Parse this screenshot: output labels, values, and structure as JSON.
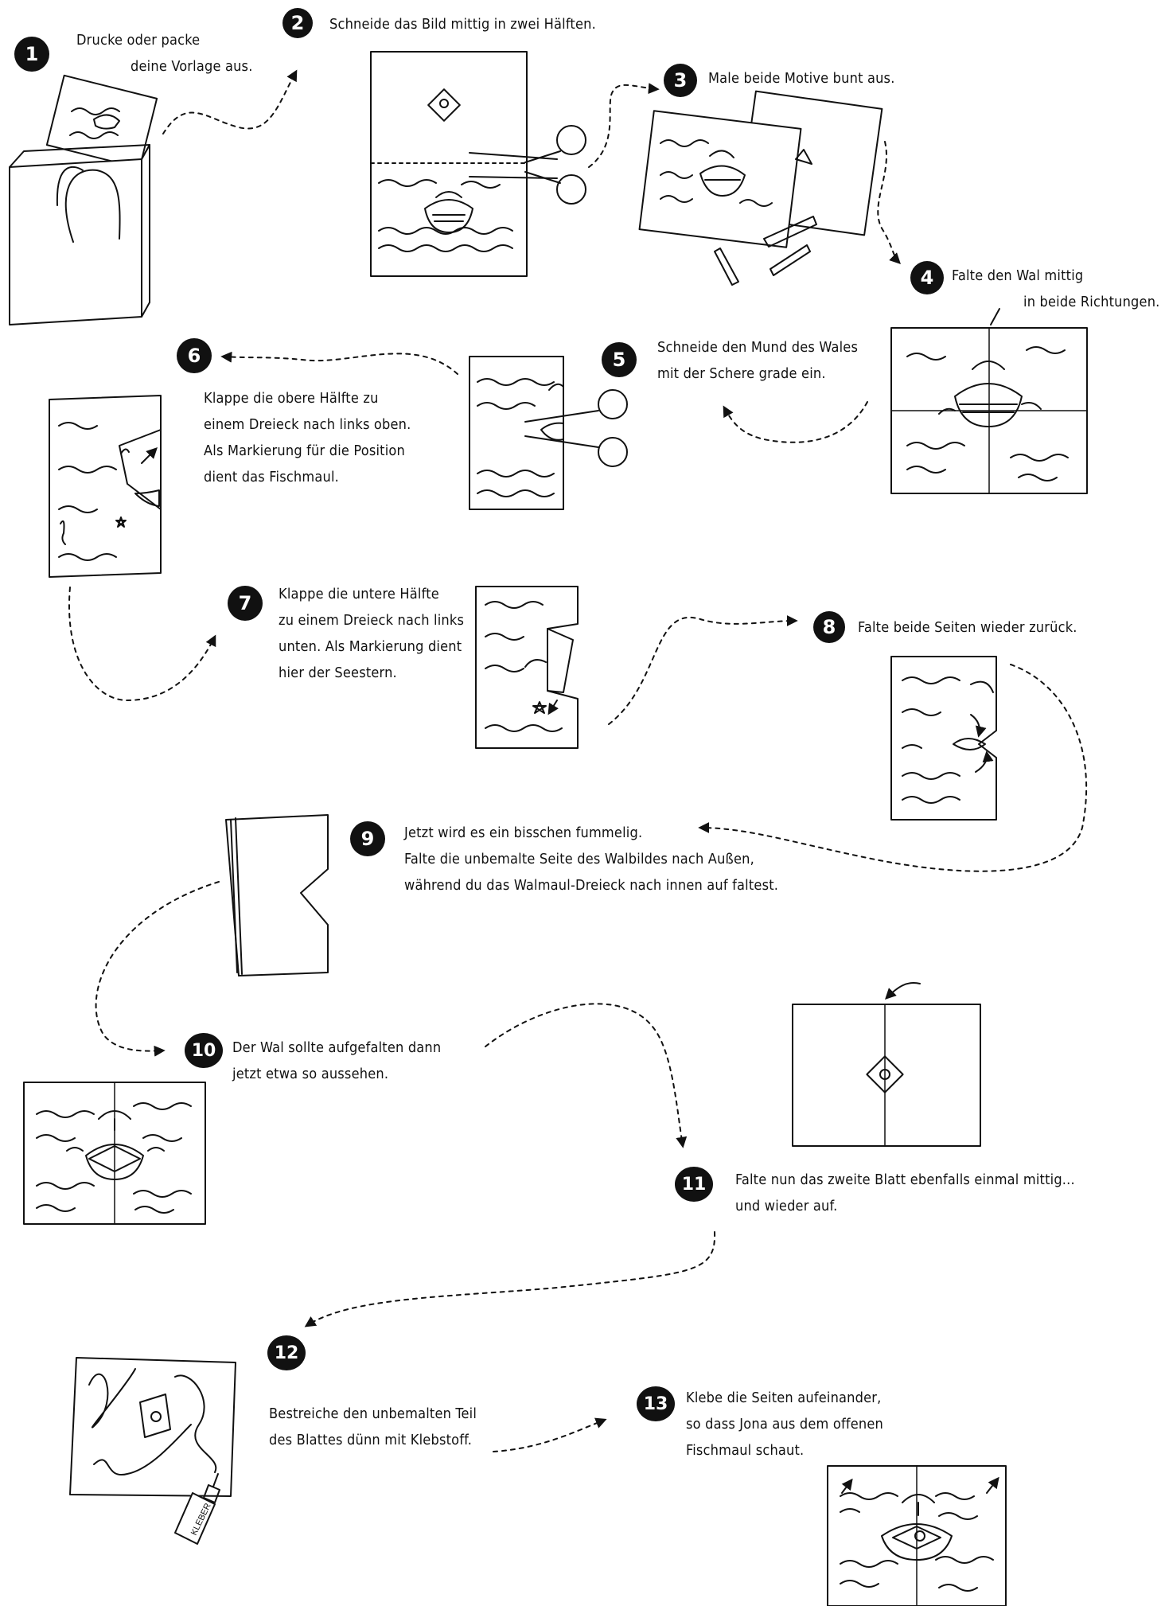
{
  "steps": [
    {
      "number": "1",
      "lines": [
        "Drucke oder packe",
        "deine Vorlage aus."
      ]
    },
    {
      "number": "2",
      "lines": [
        "Schneide das Bild mittig in zwei Hälften."
      ]
    },
    {
      "number": "3",
      "lines": [
        "Male beide Motive bunt aus."
      ]
    },
    {
      "number": "4",
      "lines": [
        "Falte den Wal mittig",
        "in beide Richtungen."
      ]
    },
    {
      "number": "5",
      "lines": [
        "Schneide den Mund des Wales",
        "mit der Schere grade ein."
      ]
    },
    {
      "number": "6",
      "lines": [
        "Klappe die obere Hälfte zu",
        "einem Dreieck nach links oben.",
        "Als Markierung für die Position",
        "dient das Fischmaul."
      ]
    },
    {
      "number": "7",
      "lines": [
        "Klappe die untere Hälfte",
        "zu einem Dreieck nach links",
        "unten. Als Markierung dient",
        "hier der Seestern."
      ]
    },
    {
      "number": "8",
      "lines": [
        "Falte beide Seiten wieder zurück."
      ]
    },
    {
      "number": "9",
      "lines": [
        "Jetzt wird es ein bisschen fummelig.",
        "Falte die unbemalte Seite des Walbildes nach Außen,",
        "während du das Walmaul-Dreieck nach innen auf faltest."
      ]
    },
    {
      "number": "10",
      "lines": [
        "Der Wal sollte aufgefalten dann",
        "jetzt etwa so aussehen."
      ]
    },
    {
      "number": "11",
      "lines": [
        "Falte nun das zweite Blatt ebenfalls einmal mittig...",
        "und wieder auf."
      ]
    },
    {
      "number": "12",
      "lines": [
        "Bestreiche den unbemalten Teil",
        "des Blattes dünn mit Klebstoff."
      ]
    },
    {
      "number": "13",
      "lines": [
        "Klebe die Seiten aufeinander,",
        "so dass Jona aus dem offenen",
        "Fischmaul schaut."
      ]
    }
  ],
  "glue_label": "KLEBER",
  "colors": {
    "ink": "#111111",
    "paper": "#ffffff"
  }
}
